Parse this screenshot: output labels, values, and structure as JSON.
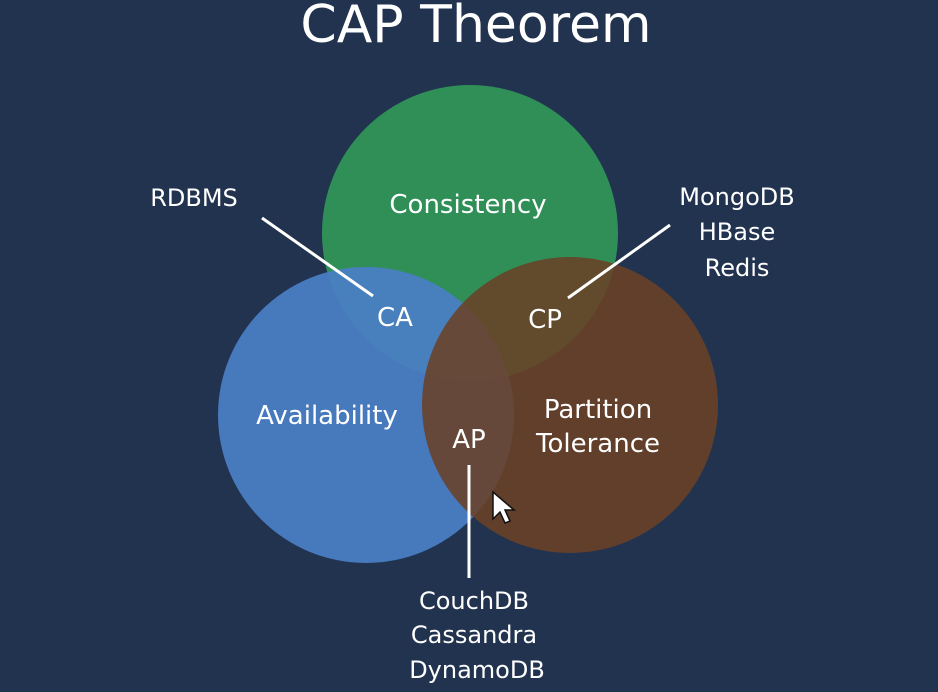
{
  "title": "CAP Theorem",
  "colors": {
    "background": "#22334f",
    "consistency_circle": "#2f8f57",
    "availability_circle": "#4a7fc6",
    "partition_tolerance_circle": "#6a4127",
    "text": "#ffffff"
  },
  "sets": {
    "consistency": "Consistency",
    "availability": "Availability",
    "partition_tolerance_line1": "Partition",
    "partition_tolerance_line2": "Tolerance"
  },
  "intersections": {
    "ca": "CA",
    "cp": "CP",
    "ap": "AP"
  },
  "examples": {
    "ca": [
      "RDBMS"
    ],
    "cp": [
      "MongoDB",
      "HBase",
      "Redis"
    ],
    "ap": [
      "CouchDB",
      "Cassandra",
      "DynamoDB"
    ]
  },
  "icons": {
    "cursor": "mouse-cursor-icon"
  }
}
